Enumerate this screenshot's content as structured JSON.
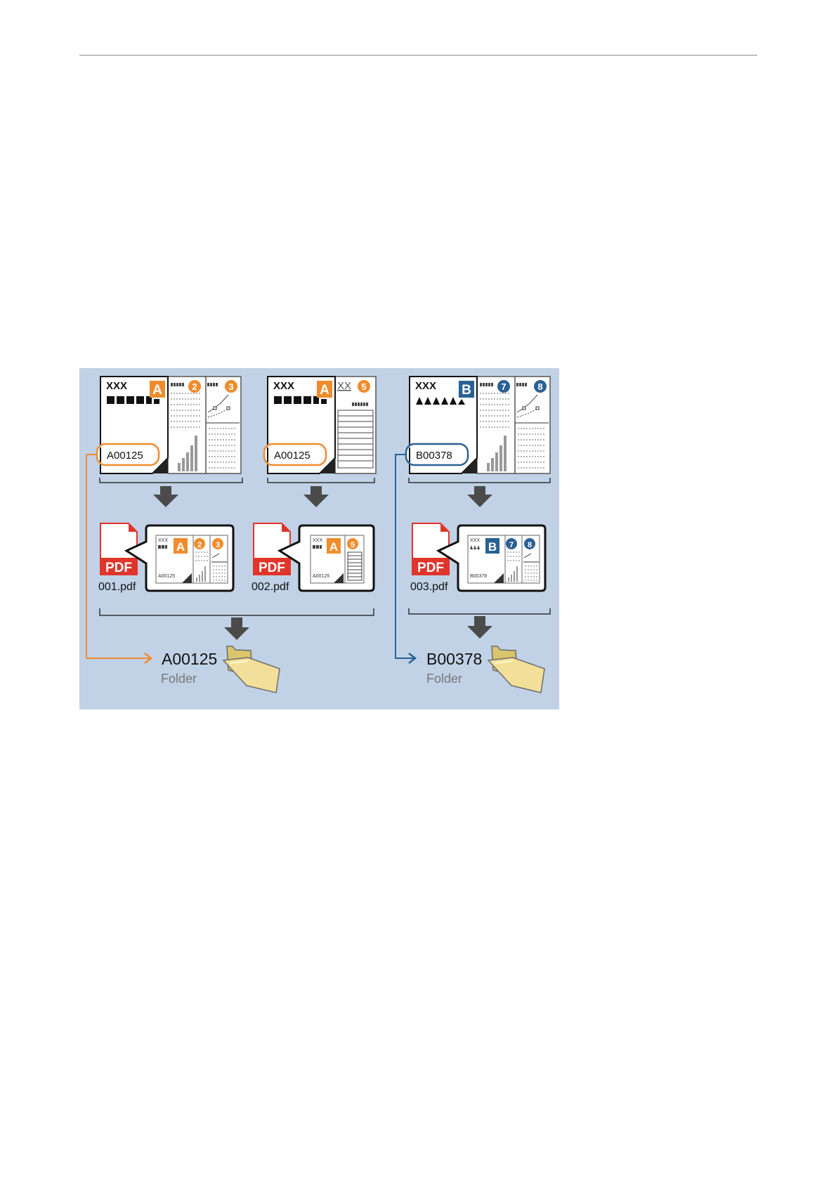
{
  "diagram": {
    "colors": {
      "background": "#c1d2e6",
      "orange": "#f08c2c",
      "blue": "#2a6193",
      "pdf_red": "#e0352b",
      "arrow_gray": "#4b4b4b",
      "folder": "#f2e09a"
    },
    "documents": [
      {
        "title": "XXX",
        "separator_letter": "A",
        "separator_code": "A00125",
        "page_numbers": [
          "2",
          "3"
        ]
      },
      {
        "title": "XXX",
        "separator_letter": "A",
        "separator_code": "A00125",
        "page_title_fragment": "XX",
        "page_numbers": [
          "5"
        ]
      },
      {
        "title": "XXX",
        "separator_letter": "B",
        "separator_code": "B00378",
        "page_numbers": [
          "7",
          "8"
        ]
      }
    ],
    "pdfs": [
      {
        "icon_label": "PDF",
        "filename": "001.pdf",
        "thumb_title": "XXX",
        "thumb_letter": "A",
        "thumb_code": "A00125",
        "thumb_numbers": [
          "2",
          "3"
        ]
      },
      {
        "icon_label": "PDF",
        "filename": "002.pdf",
        "thumb_title": "XXX",
        "thumb_letter": "A",
        "thumb_code": "A00125",
        "thumb_numbers": [
          "5"
        ]
      },
      {
        "icon_label": "PDF",
        "filename": "003.pdf",
        "thumb_title": "XXX",
        "thumb_letter": "B",
        "thumb_code": "B00378",
        "thumb_numbers": [
          "7",
          "8"
        ]
      }
    ],
    "folders": [
      {
        "name": "A00125",
        "label": "Folder"
      },
      {
        "name": "B00378",
        "label": "Folder"
      }
    ]
  }
}
